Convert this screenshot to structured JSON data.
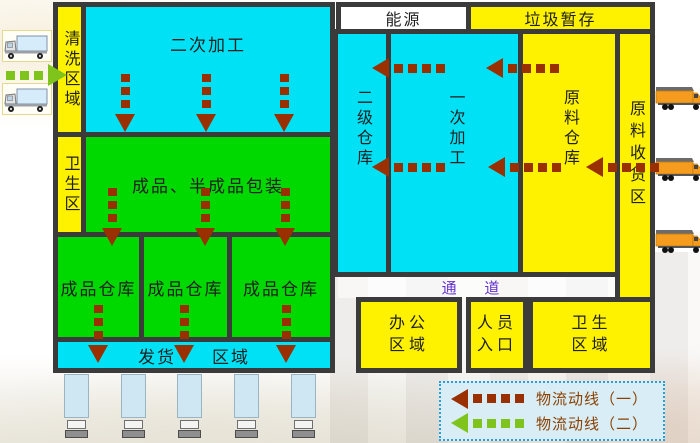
{
  "palette": {
    "wall": "#3B3B3B",
    "cyan": "#00E1F6",
    "green": "#00D900",
    "yellow": "#FFF200",
    "flow1_brown": "#9A3000",
    "flow2_green": "#7FC41C",
    "passage_text": "#6633CC",
    "legend_bg": "#D8EDF6",
    "legend_border": "#2AA0D8"
  },
  "zones": {
    "cleaning": {
      "label": "清洗区域"
    },
    "secondary_processing": {
      "label": "二次加工"
    },
    "hygiene_strip": {
      "label": "卫生区"
    },
    "packaging": {
      "label": "成品、半成品包装"
    },
    "finished_goods_1": {
      "label": "成品仓库"
    },
    "finished_goods_2": {
      "label": "成品仓库"
    },
    "finished_goods_3": {
      "label": "成品仓库"
    },
    "shipping": {
      "label_left": "发货",
      "label_right": "区域"
    },
    "energy": {
      "label": "能源"
    },
    "garbage": {
      "label": "垃圾暂存"
    },
    "l2_warehouse": {
      "label": "二级仓库"
    },
    "primary_processing": {
      "label": "一次加工"
    },
    "raw_warehouse": {
      "label": "原料仓库"
    },
    "receiving": {
      "label": "原料收货区"
    },
    "passage": {
      "label": "通 道"
    },
    "office": {
      "line1": "办公",
      "line2": "区域"
    },
    "entrance": {
      "line1": "人员",
      "line2": "入口"
    },
    "hygiene_area": {
      "line1": "卫生",
      "line2": "区域"
    }
  },
  "legend": {
    "flow1_label": "物流动线（一）",
    "flow2_label": "物流动线（二）"
  }
}
